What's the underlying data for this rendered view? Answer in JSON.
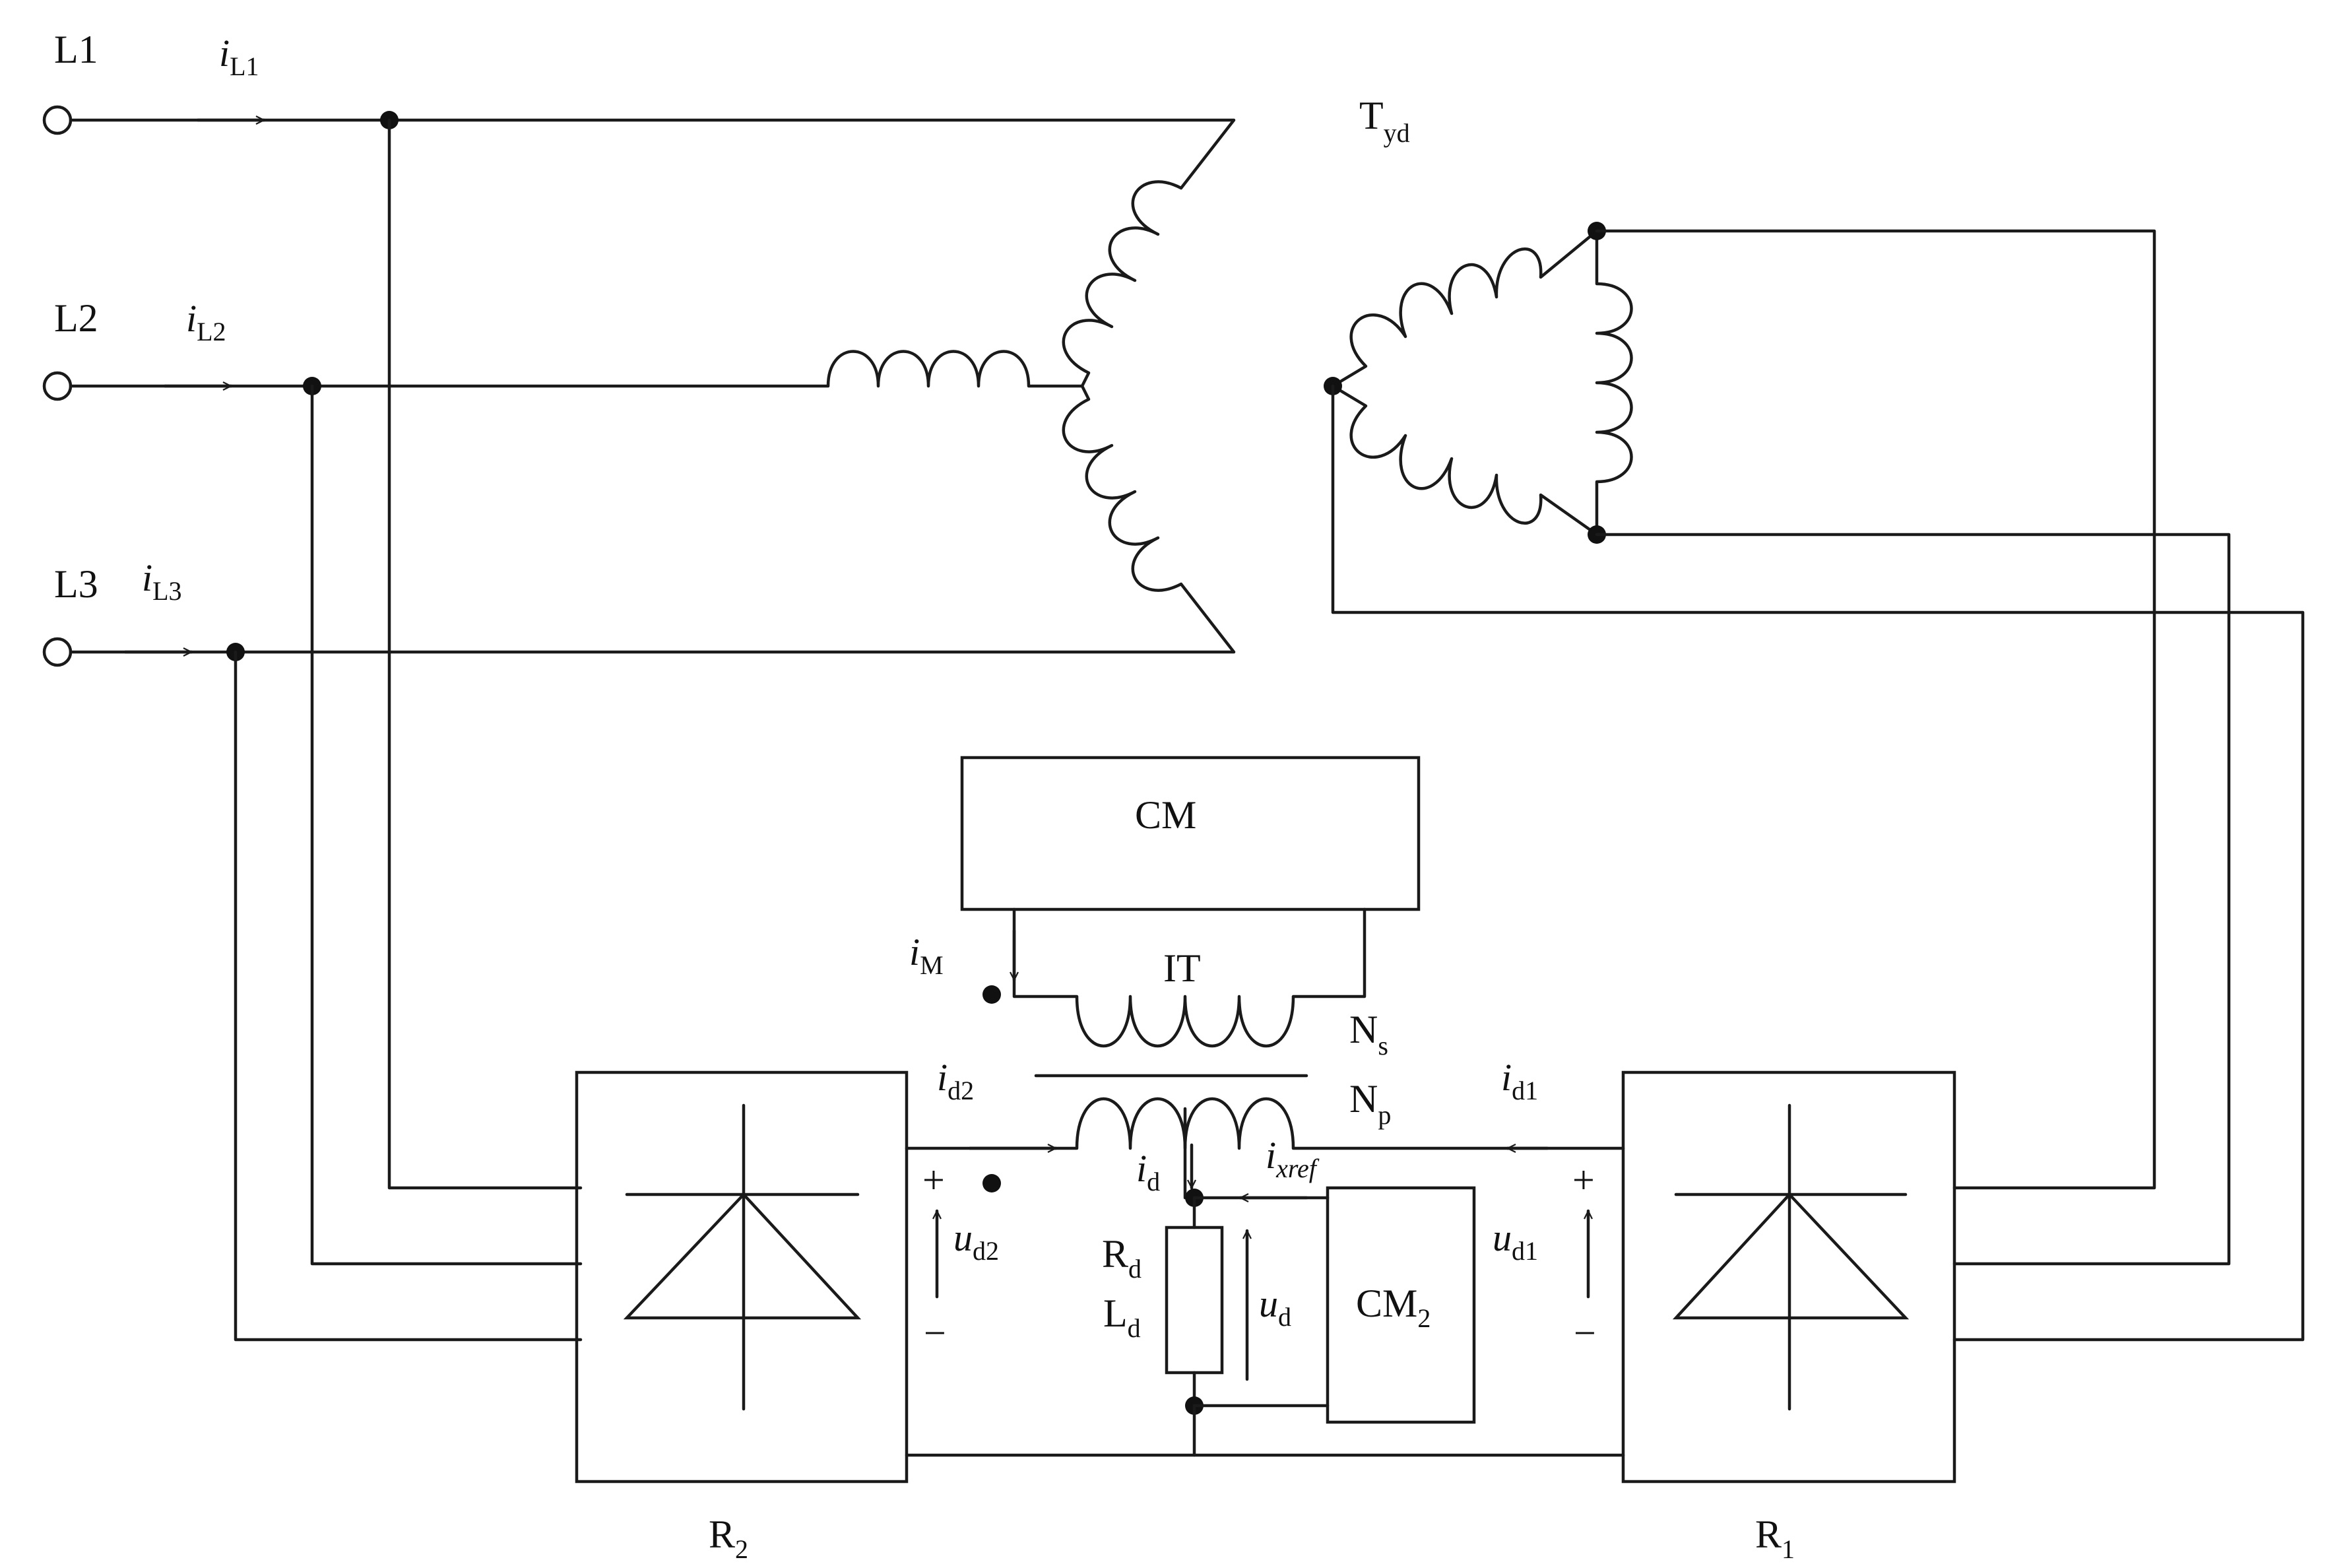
{
  "lines": {
    "L1": {
      "label": "L1",
      "current": "i",
      "current_sub": "L1"
    },
    "L2": {
      "label": "L2",
      "current": "i",
      "current_sub": "L2"
    },
    "L3": {
      "label": "L3",
      "current": "i",
      "current_sub": "L3"
    }
  },
  "transformer": {
    "main": "T",
    "sub": "yd"
  },
  "blocks": {
    "cm": "CM",
    "cm2": {
      "main": "CM",
      "sub": "2"
    },
    "r1": {
      "main": "R",
      "sub": "1"
    },
    "r2": {
      "main": "R",
      "sub": "2"
    }
  },
  "interphase": {
    "label": "IT",
    "ns": {
      "main": "N",
      "sub": "s"
    },
    "np": {
      "main": "N",
      "sub": "p"
    }
  },
  "signals": {
    "i_m": {
      "main": "i",
      "sub": "M"
    },
    "i_d1": {
      "main": "i",
      "sub": "d1"
    },
    "i_d2": {
      "main": "i",
      "sub": "d2"
    },
    "i_d": {
      "main": "i",
      "sub": "d"
    },
    "i_xref": {
      "main": "i",
      "sub": "xref"
    },
    "u_d1": {
      "main": "u",
      "sub": "d1"
    },
    "u_d2": {
      "main": "u",
      "sub": "d2"
    },
    "u_d": {
      "main": "u",
      "sub": "d"
    }
  },
  "load": {
    "r": {
      "main": "R",
      "sub": "d"
    },
    "l": {
      "main": "L",
      "sub": "d"
    }
  },
  "polarity": {
    "plus": "+",
    "minus": "−"
  }
}
